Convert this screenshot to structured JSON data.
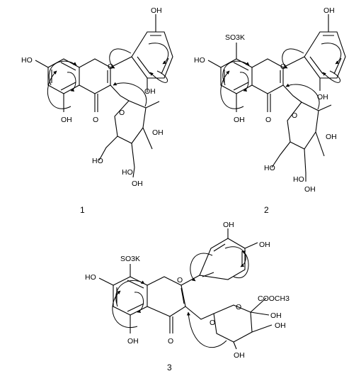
{
  "diagram": {
    "compound_numbers": [
      "1",
      "2",
      "3"
    ],
    "compound1": {
      "labels": [
        "OH",
        "HO",
        "O",
        "O",
        "OH",
        "O",
        "HO",
        "OH",
        "OH",
        "HO",
        "OH"
      ]
    },
    "compound2": {
      "labels": [
        "OH",
        "SO3K",
        "HO",
        "O",
        "O",
        "OH",
        "O",
        "HO",
        "OH",
        "OH",
        "HO",
        "OH"
      ]
    },
    "compound3": {
      "labels": [
        "OH",
        "OH",
        "SO3K",
        "HO",
        "O",
        "O",
        "O",
        "OH",
        "COOCH3",
        "O",
        "OH",
        "OH",
        "OH"
      ]
    }
  }
}
